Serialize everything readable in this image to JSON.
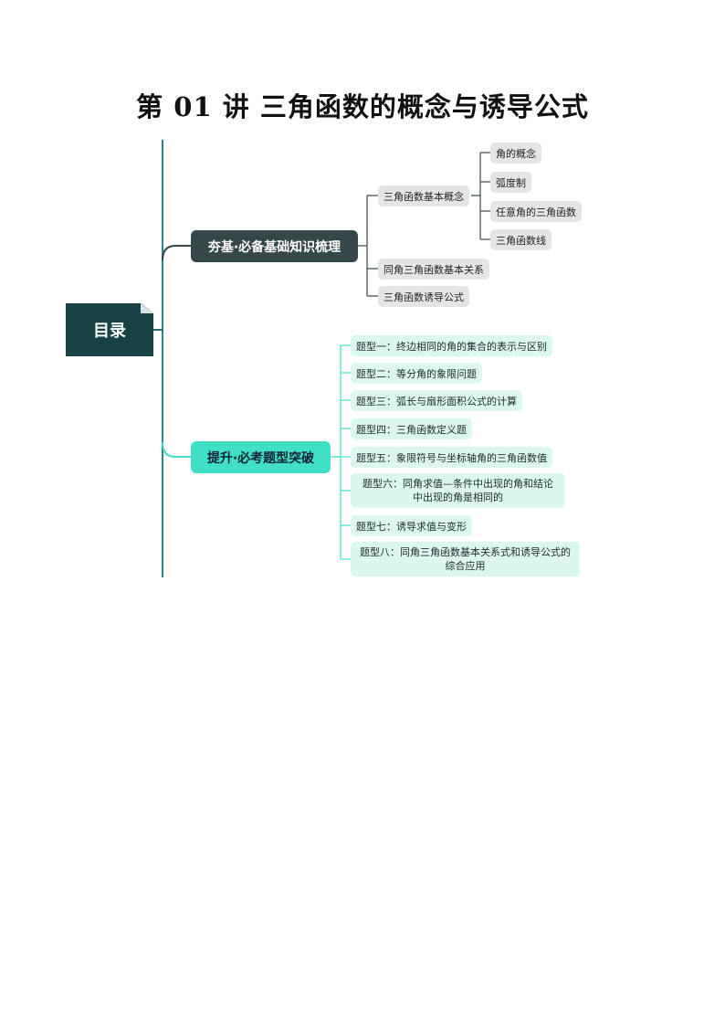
{
  "title": "第 01 讲  三角函数的概念与诱导公式",
  "root": {
    "label": "目录"
  },
  "section1": {
    "label": "夯基·必备基础知识梳理",
    "items": [
      {
        "label": "三角函数基本概念",
        "children": [
          "角的概念",
          "弧度制",
          "任意角的三角函数",
          "三角函数线"
        ]
      },
      {
        "label": "同角三角函数基本关系"
      },
      {
        "label": "三角函数诱导公式"
      }
    ]
  },
  "section2": {
    "label": "提升·必考题型突破",
    "items": [
      {
        "label": "题型一：终边相同的角的集合的表示与区别"
      },
      {
        "label": "题型二：等分角的象限问题"
      },
      {
        "label": "题型三：弧长与扇形面积公式的计算"
      },
      {
        "label": "题型四：三角函数定义题"
      },
      {
        "label": "题型五：象限符号与坐标轴角的三角函数值"
      },
      {
        "line1": "题型六：同角求值—条件中出现的角和结论",
        "line2": "中出现的角是相同的"
      },
      {
        "label": "题型七：诱导求值与变形"
      },
      {
        "line1": "题型八：同角三角函数基本关系式和诱导公式的",
        "line2": "综合应用"
      }
    ]
  },
  "colors": {
    "dark": "#36474a",
    "teal": "#3fe0c5",
    "root": "#174346"
  }
}
